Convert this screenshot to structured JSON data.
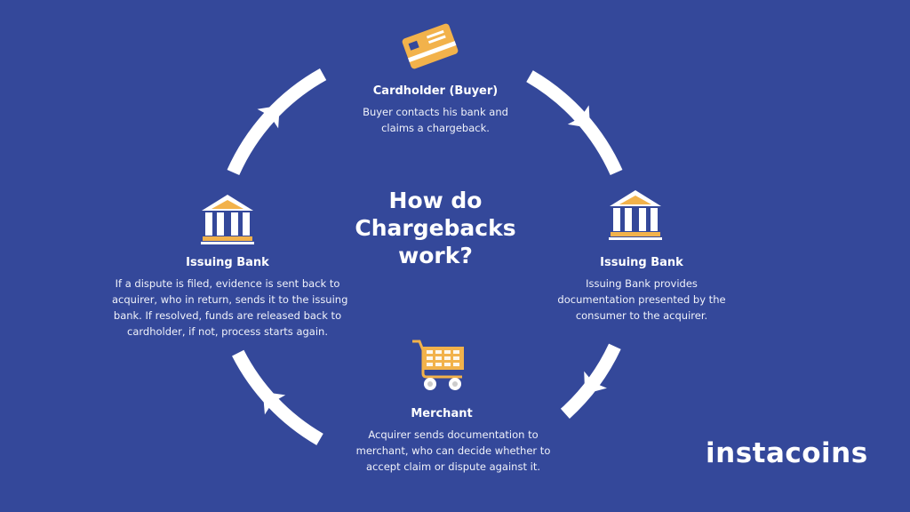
{
  "title": [
    "How do",
    "Chargebacks",
    "work?"
  ],
  "steps": {
    "cardholder": {
      "title": "Cardholder (Buyer)",
      "lines": [
        "Buyer contacts his bank and",
        "claims a chargeback."
      ],
      "icon": "credit-card-icon"
    },
    "issuing_right": {
      "title": "Issuing Bank",
      "lines": [
        "Issuing Bank provides",
        "documentation presented by the",
        "consumer to the acquirer."
      ],
      "icon": "bank-icon"
    },
    "merchant": {
      "title": "Merchant",
      "lines": [
        "Acquirer sends documentation to",
        "merchant, who can decide whether to",
        "accept claim or dispute against it."
      ],
      "icon": "shopping-cart-icon"
    },
    "issuing_left": {
      "title": "Issuing Bank",
      "lines": [
        "If a dispute is filed, evidence is sent back to",
        "acquirer, who in return, sends it to the issuing",
        "bank. If resolved, funds are released back to",
        "cardholder, if not, process starts again."
      ],
      "icon": "bank-icon"
    }
  },
  "brand": "instacoins",
  "colors": {
    "background": "#34489a",
    "accent": "#f2b24b",
    "foreground": "#ffffff"
  }
}
